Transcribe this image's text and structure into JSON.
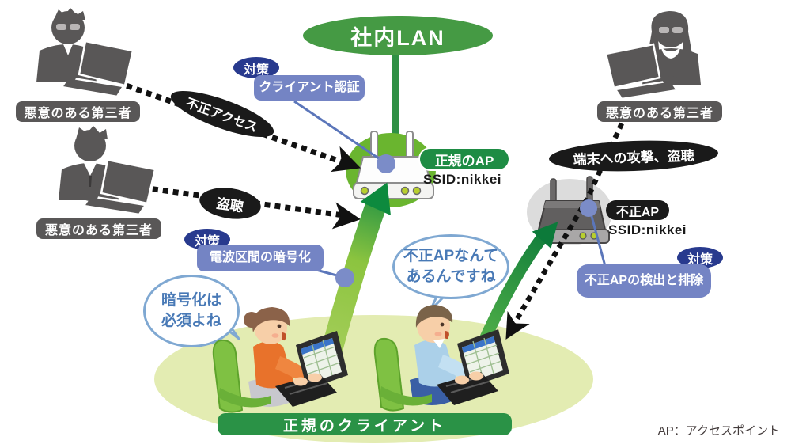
{
  "title": "社内LAN",
  "attackers": [
    {
      "label": "悪意のある第三者"
    },
    {
      "label": "悪意のある第三者"
    },
    {
      "label": "悪意のある第三者"
    }
  ],
  "threats": {
    "unauthorized_access": "不正アクセス",
    "eavesdropping": "盗聴",
    "terminal_attack": "端末への攻撃、盗聴"
  },
  "badge": "対策",
  "countermeasures": {
    "client_auth": "クライアント認証",
    "radio_encryption": "電波区間の暗号化",
    "rogue_detection": "不正APの検出と排除"
  },
  "legit_ap": {
    "label": "正規のAP",
    "ssid": "SSID:nikkei"
  },
  "rogue_ap": {
    "label": "不正AP",
    "ssid": "SSID:nikkei"
  },
  "speech_bubbles": {
    "encryption": {
      "lines": [
        "暗号化は",
        "必須よね"
      ]
    },
    "rogue": {
      "lines": [
        "不正APなんて",
        "あるんですね"
      ]
    }
  },
  "clients_banner": "正規のクライアント",
  "footnote": "AP：アクセスポイント",
  "icons": {
    "attacker": "hacker-at-laptop-icon",
    "legit_ap": "white-router-icon",
    "rogue_ap": "dark-router-icon",
    "clients": "person-at-laptop-icon"
  },
  "colors": {
    "lan_green": "#459a44",
    "banner_green": "#2a9246",
    "ap_circle_green": "#6ab52f",
    "light_arrow_green": "#9cc84f",
    "dark_arrow_green": "#0e7c3c",
    "badge_navy": "#283a8e",
    "measure_blue": "#7484c4",
    "connector_blue": "#5b76ba",
    "threat_black": "#1a1a1a",
    "figure_gray": "#595757",
    "ground_green": "#e3ecb2"
  }
}
